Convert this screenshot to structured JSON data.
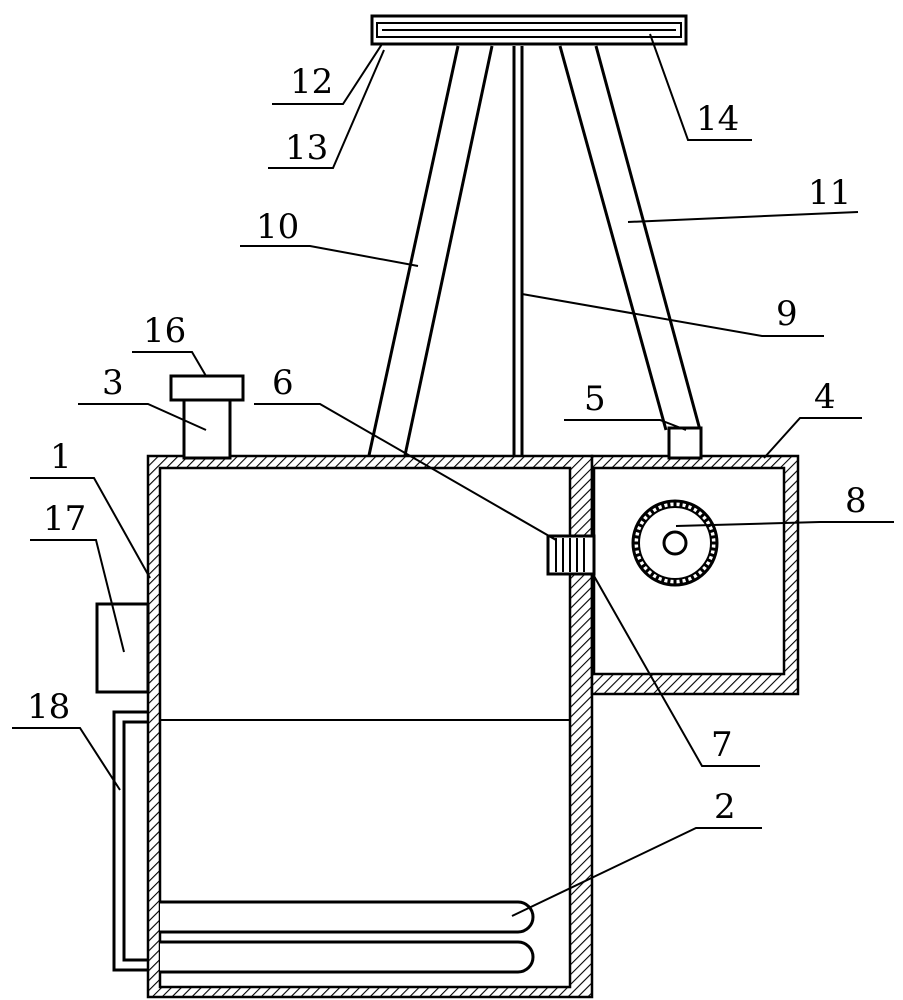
{
  "labels": {
    "n1": "1",
    "n2": "2",
    "n3": "3",
    "n4": "4",
    "n5": "5",
    "n6": "6",
    "n7": "7",
    "n8": "8",
    "n9": "9",
    "n10": "10",
    "n11": "11",
    "n12": "12",
    "n13": "13",
    "n14": "14",
    "n16": "16",
    "n17": "17",
    "n18": "18"
  },
  "colors": {
    "stroke": "#000000",
    "background": "#ffffff"
  }
}
